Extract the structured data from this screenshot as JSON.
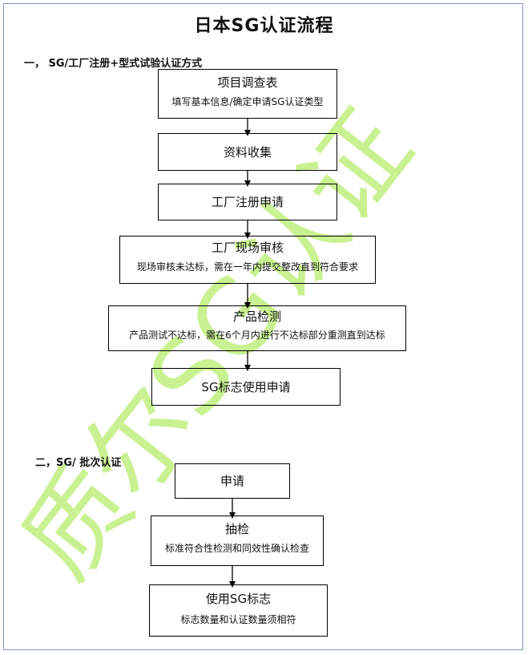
{
  "title": "日本SG认证流程",
  "section1": {
    "label": "一，  SG/工厂注册+型式试验认证方式"
  },
  "section2": {
    "label": "二，SG/  批次认证"
  },
  "flow1": [
    {
      "title": "项目调查表",
      "desc": "填写基本信息/确定申请SG认证类型"
    },
    {
      "title": "资料收集",
      "desc": ""
    },
    {
      "title": "工厂注册申请",
      "desc": ""
    },
    {
      "title": "工厂现场审核",
      "desc": "现场审核未达标，需在一年内提交整改直到符合要求"
    },
    {
      "title": "产品检测",
      "desc": "产品测试不达标，需在6个月内进行不达标部分重测直到达标"
    },
    {
      "title": "SG标志使用申请",
      "desc": ""
    }
  ],
  "flow2": [
    {
      "title": "申请",
      "desc": ""
    },
    {
      "title": "抽检",
      "desc": "标准符合性检测和同效性确认检查"
    },
    {
      "title": "使用SG标志",
      "desc": "标志数量和认证数量须相符"
    }
  ],
  "watermark": {
    "text": "质尔SG认证",
    "color": "#b7ec6c"
  },
  "colors": {
    "frame": "#7f96c8",
    "line": "#000000"
  }
}
